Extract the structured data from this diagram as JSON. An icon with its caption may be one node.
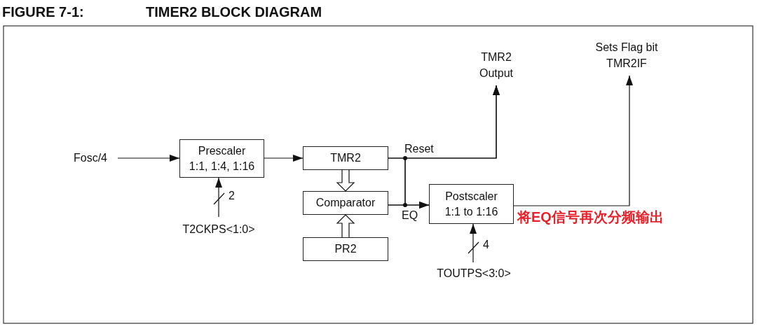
{
  "diagram": {
    "title": "TIMER2 BLOCK DIAGRAM",
    "nodes": [
      {
        "text": [
          "Fosc/4"
        ]
      },
      {
        "text": [
          "Prescaler",
          "1:1, 1:4, 1:16"
        ]
      },
      {
        "text": [
          "TMR2"
        ]
      },
      {
        "text": [
          "Comparator"
        ]
      },
      {
        "text": [
          "PR2"
        ]
      },
      {
        "text": [
          "Postscaler",
          "1:1 to 1:16"
        ]
      },
      {
        "text": [
          "T2CKPS<1:0>"
        ]
      },
      {
        "text": [
          "TOUTPS<3:0>"
        ]
      },
      {
        "text": [
          "TMR2 Output"
        ]
      },
      {
        "text": [
          "Sets Flag bit TMR2IF"
        ]
      }
    ],
    "edges": [
      {
        "from": 0,
        "to": 1,
        "arrow": "to"
      },
      {
        "from": 1,
        "to": 2,
        "arrow": "to"
      },
      {
        "from": 2,
        "to": 3,
        "arrow": "to"
      },
      {
        "from": 4,
        "to": 3,
        "arrow": "to"
      },
      {
        "from": 6,
        "to": 1,
        "arrow": "to",
        "label": "2"
      },
      {
        "from": 2,
        "to": 8,
        "arrow": "to",
        "label": "Reset"
      },
      {
        "from": 2,
        "to": 5,
        "arrow": "to"
      },
      {
        "from": 3,
        "to": 5,
        "arrow": "to",
        "label": "EQ"
      },
      {
        "from": 3,
        "to": 8,
        "arrow": "to"
      },
      {
        "from": 7,
        "to": 5,
        "arrow": "to",
        "label": "4"
      },
      {
        "from": 5,
        "to": 9,
        "arrow": "to"
      }
    ],
    "labels": [
      "FIGURE 7-1:",
      "将EQ信号再次分频输出"
    ]
  }
}
